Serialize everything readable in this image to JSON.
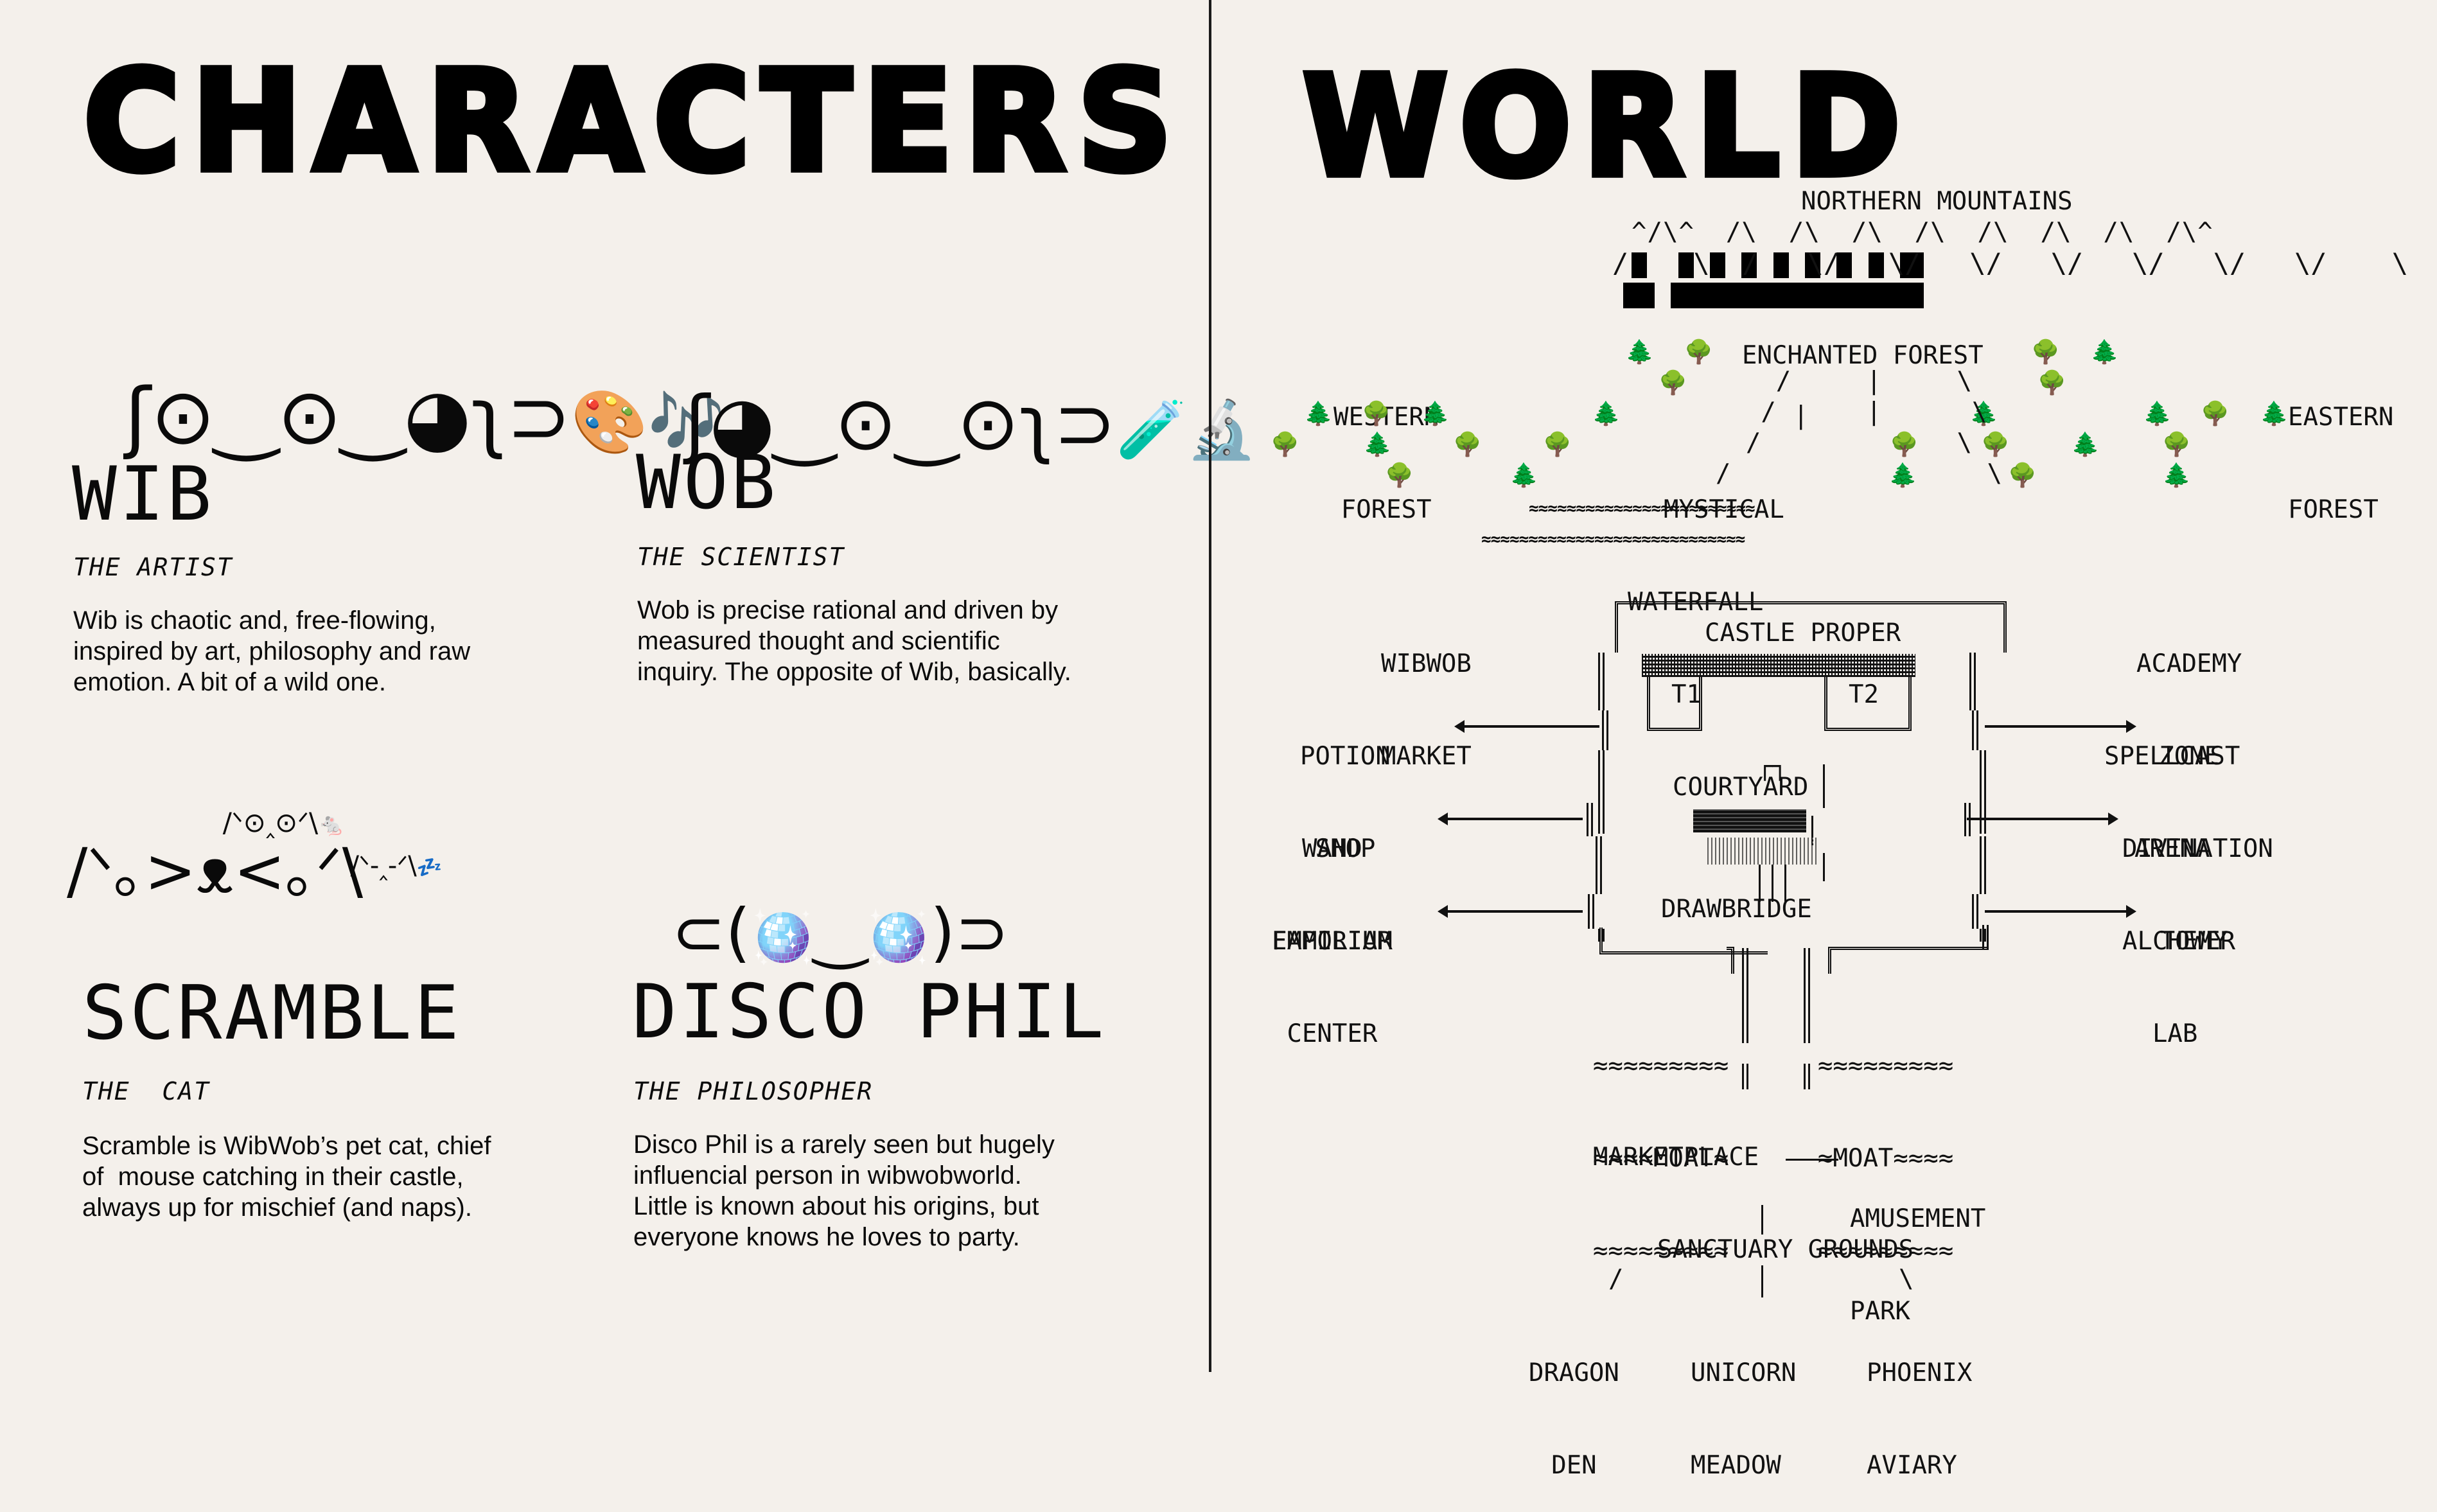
{
  "characters_section": {
    "title": "CHARACTERS",
    "characters": [
      {
        "face": "ʃ⊙‿⊙‿◕ʅ⊃",
        "face_emoji": "🎨🎶",
        "name": "WIB",
        "role": "THE ARTIST",
        "description_lines": [
          "Wib is chaotic and, free-flowing,",
          "inspired by art, philosophy and raw",
          "emotion. A bit of a wild one."
        ]
      },
      {
        "face": "ʃ◕‿⊙‿⊙ʅ⊃",
        "face_emoji": "🧪🔬",
        "name": "WOB",
        "role": "THE SCIENTIST",
        "description_lines": [
          "Wob is precise rational and driven by",
          "measured thought and scientific",
          "inquiry. The opposite of Wib, basically."
        ]
      },
      {
        "face": "/ᐠ｡>ᴥ<｡ᐟ\\",
        "face_alt_top": "/ᐠ⊙‸⊙ᐟ\\",
        "face_alt_top_emoji": "🐁",
        "face_alt_side": "/ᐠ-‸-ᐟ\\",
        "face_alt_side_emoji": "💤",
        "name": "SCRAMBLE",
        "role": "THE  CAT",
        "description_lines": [
          "Scramble is WibWob’s pet cat, chief",
          "of  mouse catching in their castle,",
          "always up for mischief (and naps)."
        ]
      },
      {
        "face_left": "⊂(",
        "face_eye_emoji": "🪩",
        "face_mouth": "‿",
        "face_right": ")⊃",
        "name": "DISCO PHIL",
        "role": "THE PHILOSOPHER",
        "description_lines": [
          "Disco Phil is a rarely seen but hugely",
          "influencial person in wibwobworld.",
          "Little is known about his origins, but",
          "everyone knows he loves to party."
        ]
      }
    ]
  },
  "world_section": {
    "title": "WORLD",
    "map": {
      "northern_mountains": "NORTHERN MOUNTAINS",
      "mountain_peaks_row": "^/\\^  /\\  /\\  /\\  /\\  /\\  /\\  /\\  /\\^",
      "western_forest": [
        "WESTERN",
        "FOREST"
      ],
      "enchanted_forest": "ENCHANTED FOREST",
      "eastern_forest": [
        "EASTERN",
        "FOREST"
      ],
      "mystical_waterfall": [
        "MYSTICAL",
        "WATERFALL"
      ],
      "waterfall_waves_1": "≈≈≈≈≈≈≈≈≈≈≈≈≈≈≈≈≈≈≈≈≈≈≈≈",
      "waterfall_waves_2": "≈≈≈≈≈≈≈≈≈≈≈≈≈≈≈≈≈≈≈≈≈≈≈≈≈≈≈≈",
      "tree_pine": "🌲",
      "tree_round": "🌳",
      "wibwob_market": [
        "WIBWOB",
        "MARKET"
      ],
      "academy_zone": [
        "ACADEMY",
        "ZONE"
      ],
      "castle_proper": "CASTLE PROPER",
      "tower_1": "T1",
      "tower_2": "T2",
      "courtyard": "COURTYARD",
      "drawbridge": "DRAWBRIDGE",
      "potion_shop": [
        "POTION",
        "SHOP"
      ],
      "wand_emporium": [
        "WAND",
        "EMPORIUM"
      ],
      "familiar_center": [
        "FAMILIAR",
        "CENTER"
      ],
      "spellcast_arena": [
        "SPELLCAST",
        "ARENA"
      ],
      "divination_tower": [
        "DIVINATION",
        "TOWER"
      ],
      "alchemy_lab": [
        "ALCHEMY",
        "LAB"
      ],
      "moat_left": [
        "≈≈≈≈≈≈≈≈≈",
        "≈≈≈≈MOAT≈",
        "≈≈≈≈≈≈≈≈≈"
      ],
      "moat_right": [
        "≈≈≈≈≈≈≈≈≈",
        "≈MOAT≈≈≈≈",
        "≈≈≈≈≈≈≈≈≈"
      ],
      "marketplace": "MARKETPLACE",
      "marketplace_connector": "——",
      "amusement_park": [
        "AMUSEMENT",
        "PARK"
      ],
      "sanctuary_grounds": "SANCTUARY GROUNDS",
      "dragon_den": [
        "DRAGON",
        "DEN"
      ],
      "unicorn_meadow": [
        "UNICORN",
        "MEADOW"
      ],
      "phoenix_aviary": [
        "PHOENIX",
        "AVIARY"
      ]
    }
  }
}
